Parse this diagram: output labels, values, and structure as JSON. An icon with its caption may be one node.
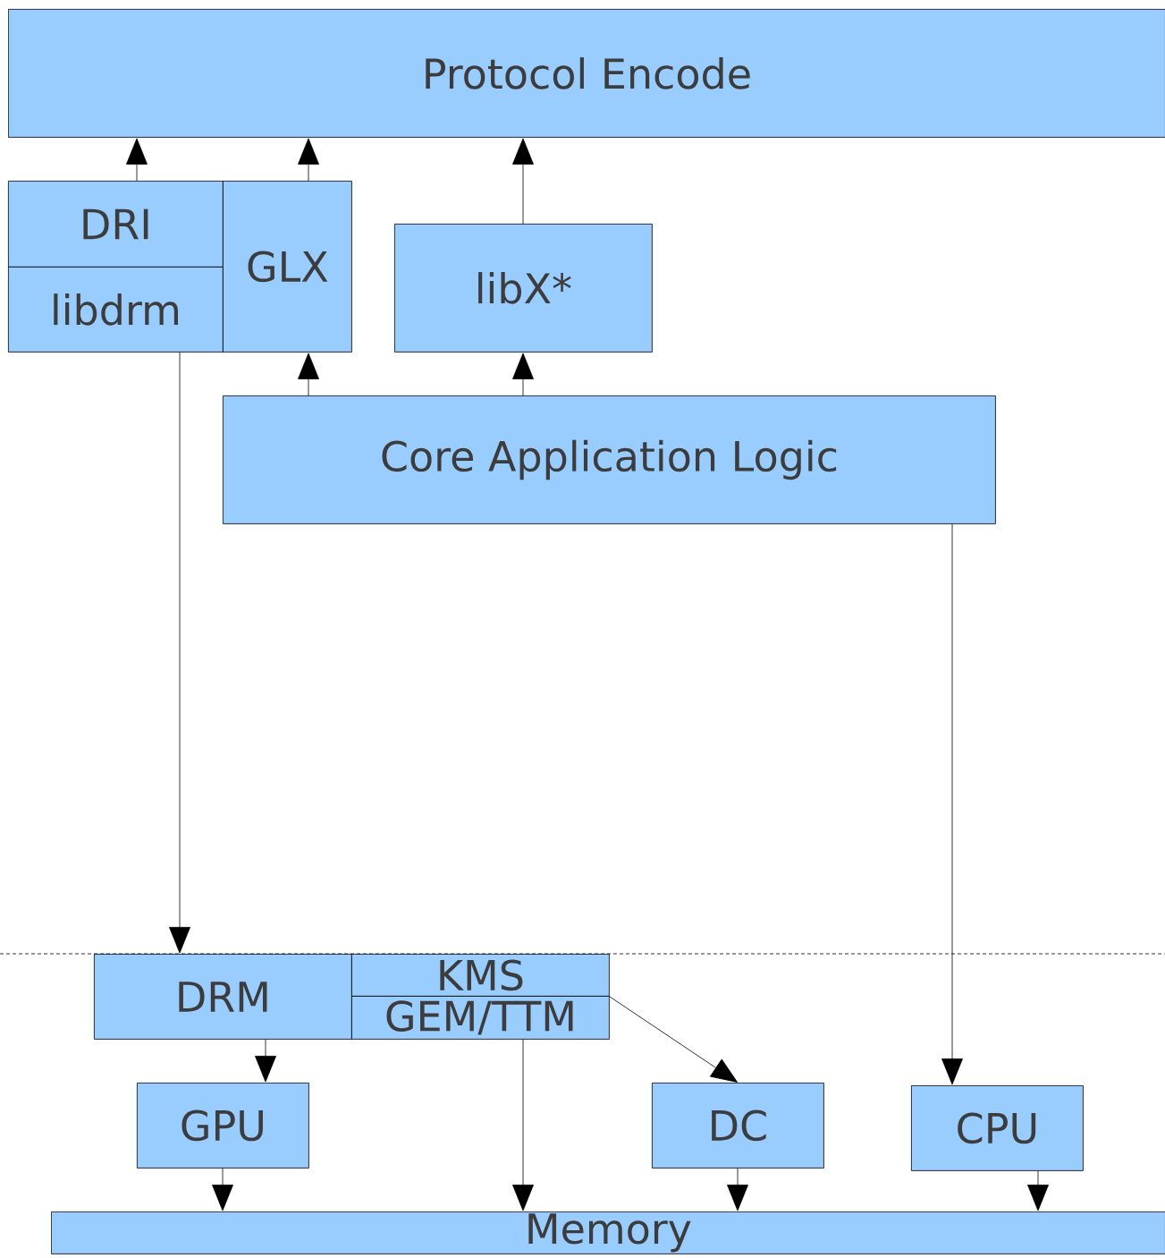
{
  "diagram": {
    "nodes": [
      {
        "text": [
          "Protocol Encode"
        ]
      },
      {
        "text": [
          "DRI"
        ]
      },
      {
        "text": [
          "libdrm"
        ]
      },
      {
        "text": [
          "GLX"
        ]
      },
      {
        "text": [
          "libX*"
        ]
      },
      {
        "text": [
          "Core Application Logic"
        ]
      },
      {
        "text": [
          "DRM"
        ]
      },
      {
        "text": [
          "KMS"
        ]
      },
      {
        "text": [
          "GEM/TTM"
        ]
      },
      {
        "text": [
          "GPU"
        ]
      },
      {
        "text": [
          "DC"
        ]
      },
      {
        "text": [
          "CPU"
        ]
      },
      {
        "text": [
          "Memory"
        ]
      }
    ],
    "edges": [
      {
        "from": 1,
        "to": 0,
        "arrow": "to"
      },
      {
        "from": 3,
        "to": 0,
        "arrow": "to"
      },
      {
        "from": 4,
        "to": 0,
        "arrow": "to"
      },
      {
        "from": 5,
        "to": 3,
        "arrow": "to"
      },
      {
        "from": 5,
        "to": 4,
        "arrow": "to"
      },
      {
        "from": 2,
        "to": 6,
        "arrow": "to"
      },
      {
        "from": 5,
        "to": 11,
        "arrow": "to"
      },
      {
        "from": 6,
        "to": 9,
        "arrow": "to"
      },
      {
        "from": 7,
        "to": 10,
        "arrow": "to"
      },
      {
        "from": 8,
        "to": 12,
        "arrow": "to"
      },
      {
        "from": 9,
        "to": 12,
        "arrow": "to"
      },
      {
        "from": 10,
        "to": 12,
        "arrow": "to"
      },
      {
        "from": 11,
        "to": 12,
        "arrow": "to"
      }
    ]
  }
}
